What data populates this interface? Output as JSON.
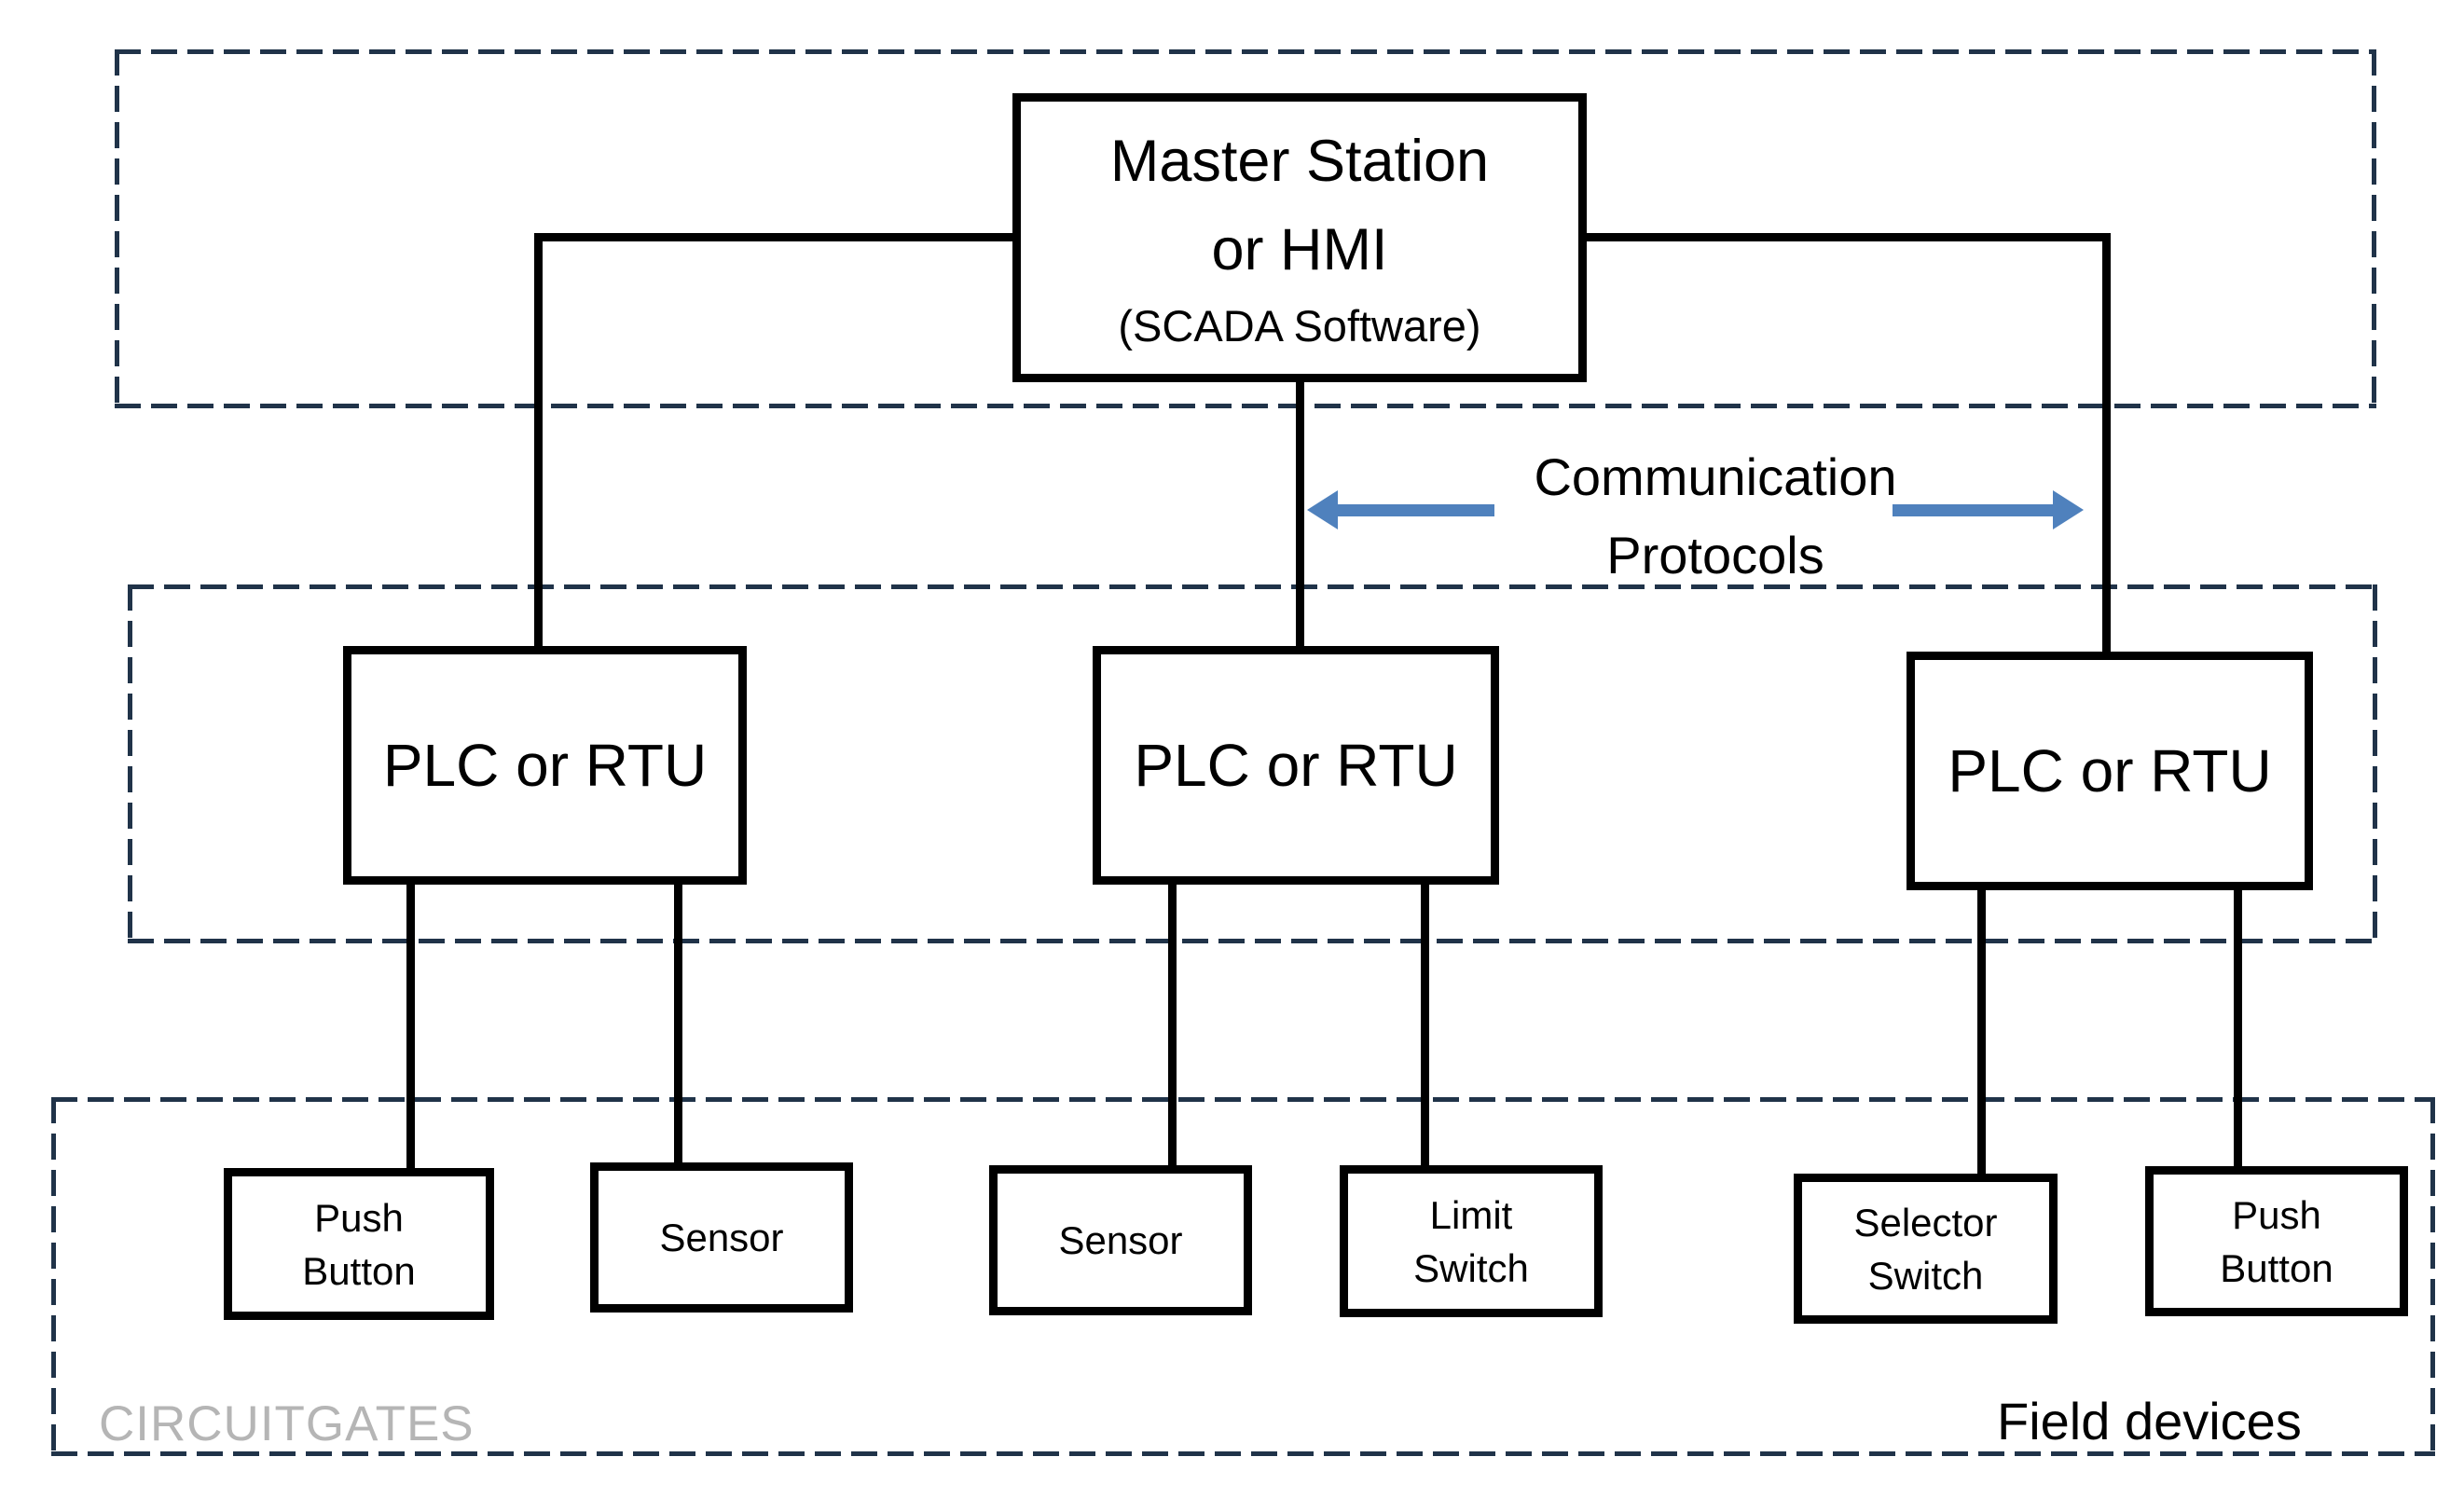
{
  "diagram": {
    "title_block": {
      "line1": "Master Station",
      "line2": "or HMI",
      "line3": "(SCADA Software)"
    },
    "plc_units": [
      {
        "label": "PLC or RTU"
      },
      {
        "label": "PLC or RTU"
      },
      {
        "label": "PLC or RTU"
      }
    ],
    "field_devices": [
      {
        "label": "Push Button"
      },
      {
        "label": "Sensor"
      },
      {
        "label": "Sensor"
      },
      {
        "label": "Limit Switch"
      },
      {
        "label": "Selector Switch"
      },
      {
        "label": "Push Button"
      }
    ],
    "annotations": {
      "communication_line1": "Communication",
      "communication_line2": "Protocols",
      "field_devices_zone_label": "Field devices",
      "watermark": "CIRCUITGATES"
    },
    "colors": {
      "line": "#000000",
      "dashed_border": "#203349",
      "arrow": "#4f81bd",
      "watermark_gray": "#b5b5b5",
      "background": "#ffffff"
    }
  }
}
